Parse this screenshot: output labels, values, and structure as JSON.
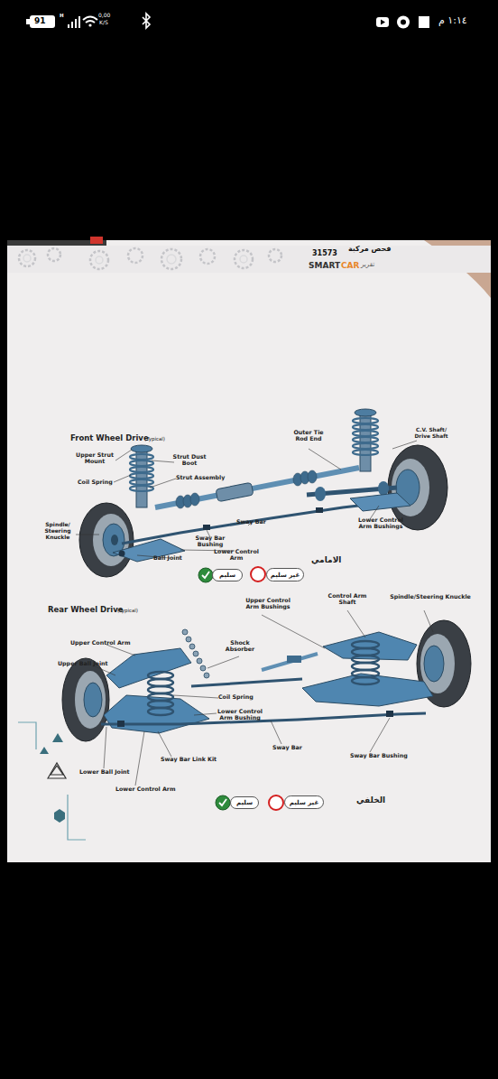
{
  "diagram": {
    "nodes": [
      {
        "text": [
          "سليم"
        ]
      },
      {
        "text": [
          "غير سليم"
        ]
      },
      {
        "text": [
          "سليم"
        ]
      },
      {
        "text": [
          "غير سليم"
        ]
      }
    ],
    "labels": [
      "91",
      "H",
      "0,00",
      "K/S",
      "١:١٤ م",
      "31573",
      "فحص مركبة",
      "SMART",
      "CAR",
      "تقرير",
      "Front Wheel Drive",
      "(Typical)",
      "Upper Strut Mount",
      "Coil Spring",
      "Strut Dust Boot",
      "Strut Assembly",
      "Outer Tie Rod End",
      "C.V. Shaft/ Drive Shaft",
      "Spindle/ Steering Knuckle",
      "Sway Bar",
      "Sway Bar Bushing",
      "Ball Joint",
      "Lower Control Arm",
      "Lower Control Arm Bushings",
      "الامامي",
      "Rear Wheel Drive",
      "(Typical)",
      "Upper Control Arm Bushings",
      "Control Arm Shaft",
      "Spindle/Steering Knuckle",
      "Upper Control Arm",
      "Upper Ball Joint",
      "Shock Absorber",
      "Coil Spring",
      "Lower Control Arm Bushing",
      "Sway Bar",
      "Sway Bar Bushing",
      "Sway Bar Link Kit",
      "Lower Ball Joint",
      "Lower Control Arm",
      "الخلفي"
    ]
  }
}
